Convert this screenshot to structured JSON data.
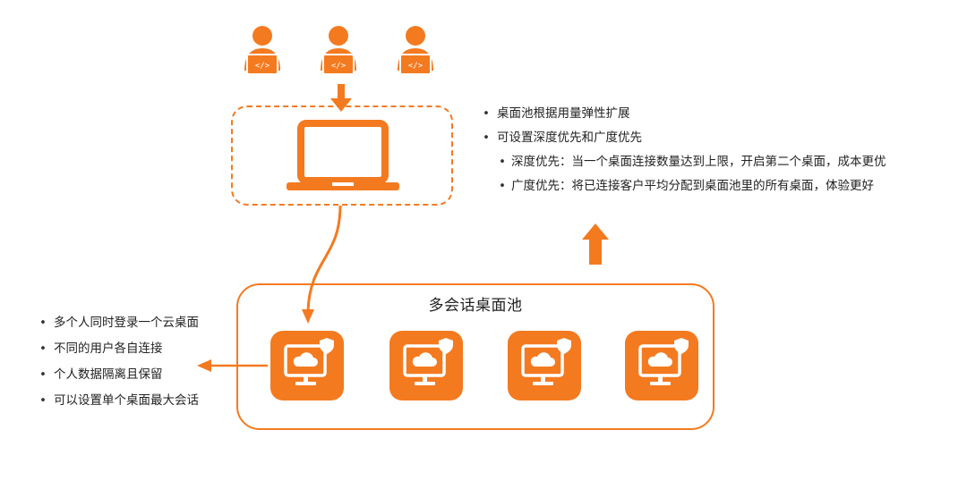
{
  "colors": {
    "accent": "#F47A20",
    "text": "#222222",
    "background": "#FFFFFF"
  },
  "icons": {
    "users": [
      "developer-user-icon",
      "developer-user-icon",
      "developer-user-icon"
    ],
    "laptop": "laptop-icon",
    "desktops": [
      "cloud-desktop-icon",
      "cloud-desktop-icon",
      "cloud-desktop-icon",
      "cloud-desktop-icon"
    ]
  },
  "pool": {
    "title": "多会话桌面池"
  },
  "right_notes": [
    {
      "text": "桌面池根据用量弹性扩展",
      "level": 1
    },
    {
      "text": "可设置深度优先和广度优先",
      "level": 1
    },
    {
      "text": "深度优先：当一个桌面连接数量达到上限，开启第二个桌面，成本更优",
      "level": 2
    },
    {
      "text": "广度优先：将已连接客户平均分配到桌面池里的所有桌面，体验更好",
      "level": 2
    }
  ],
  "left_notes": [
    "多个人同时登录一个云桌面",
    "不同的用户各自连接",
    "个人数据隔离且保留",
    "可以设置单个桌面最大会话"
  ]
}
